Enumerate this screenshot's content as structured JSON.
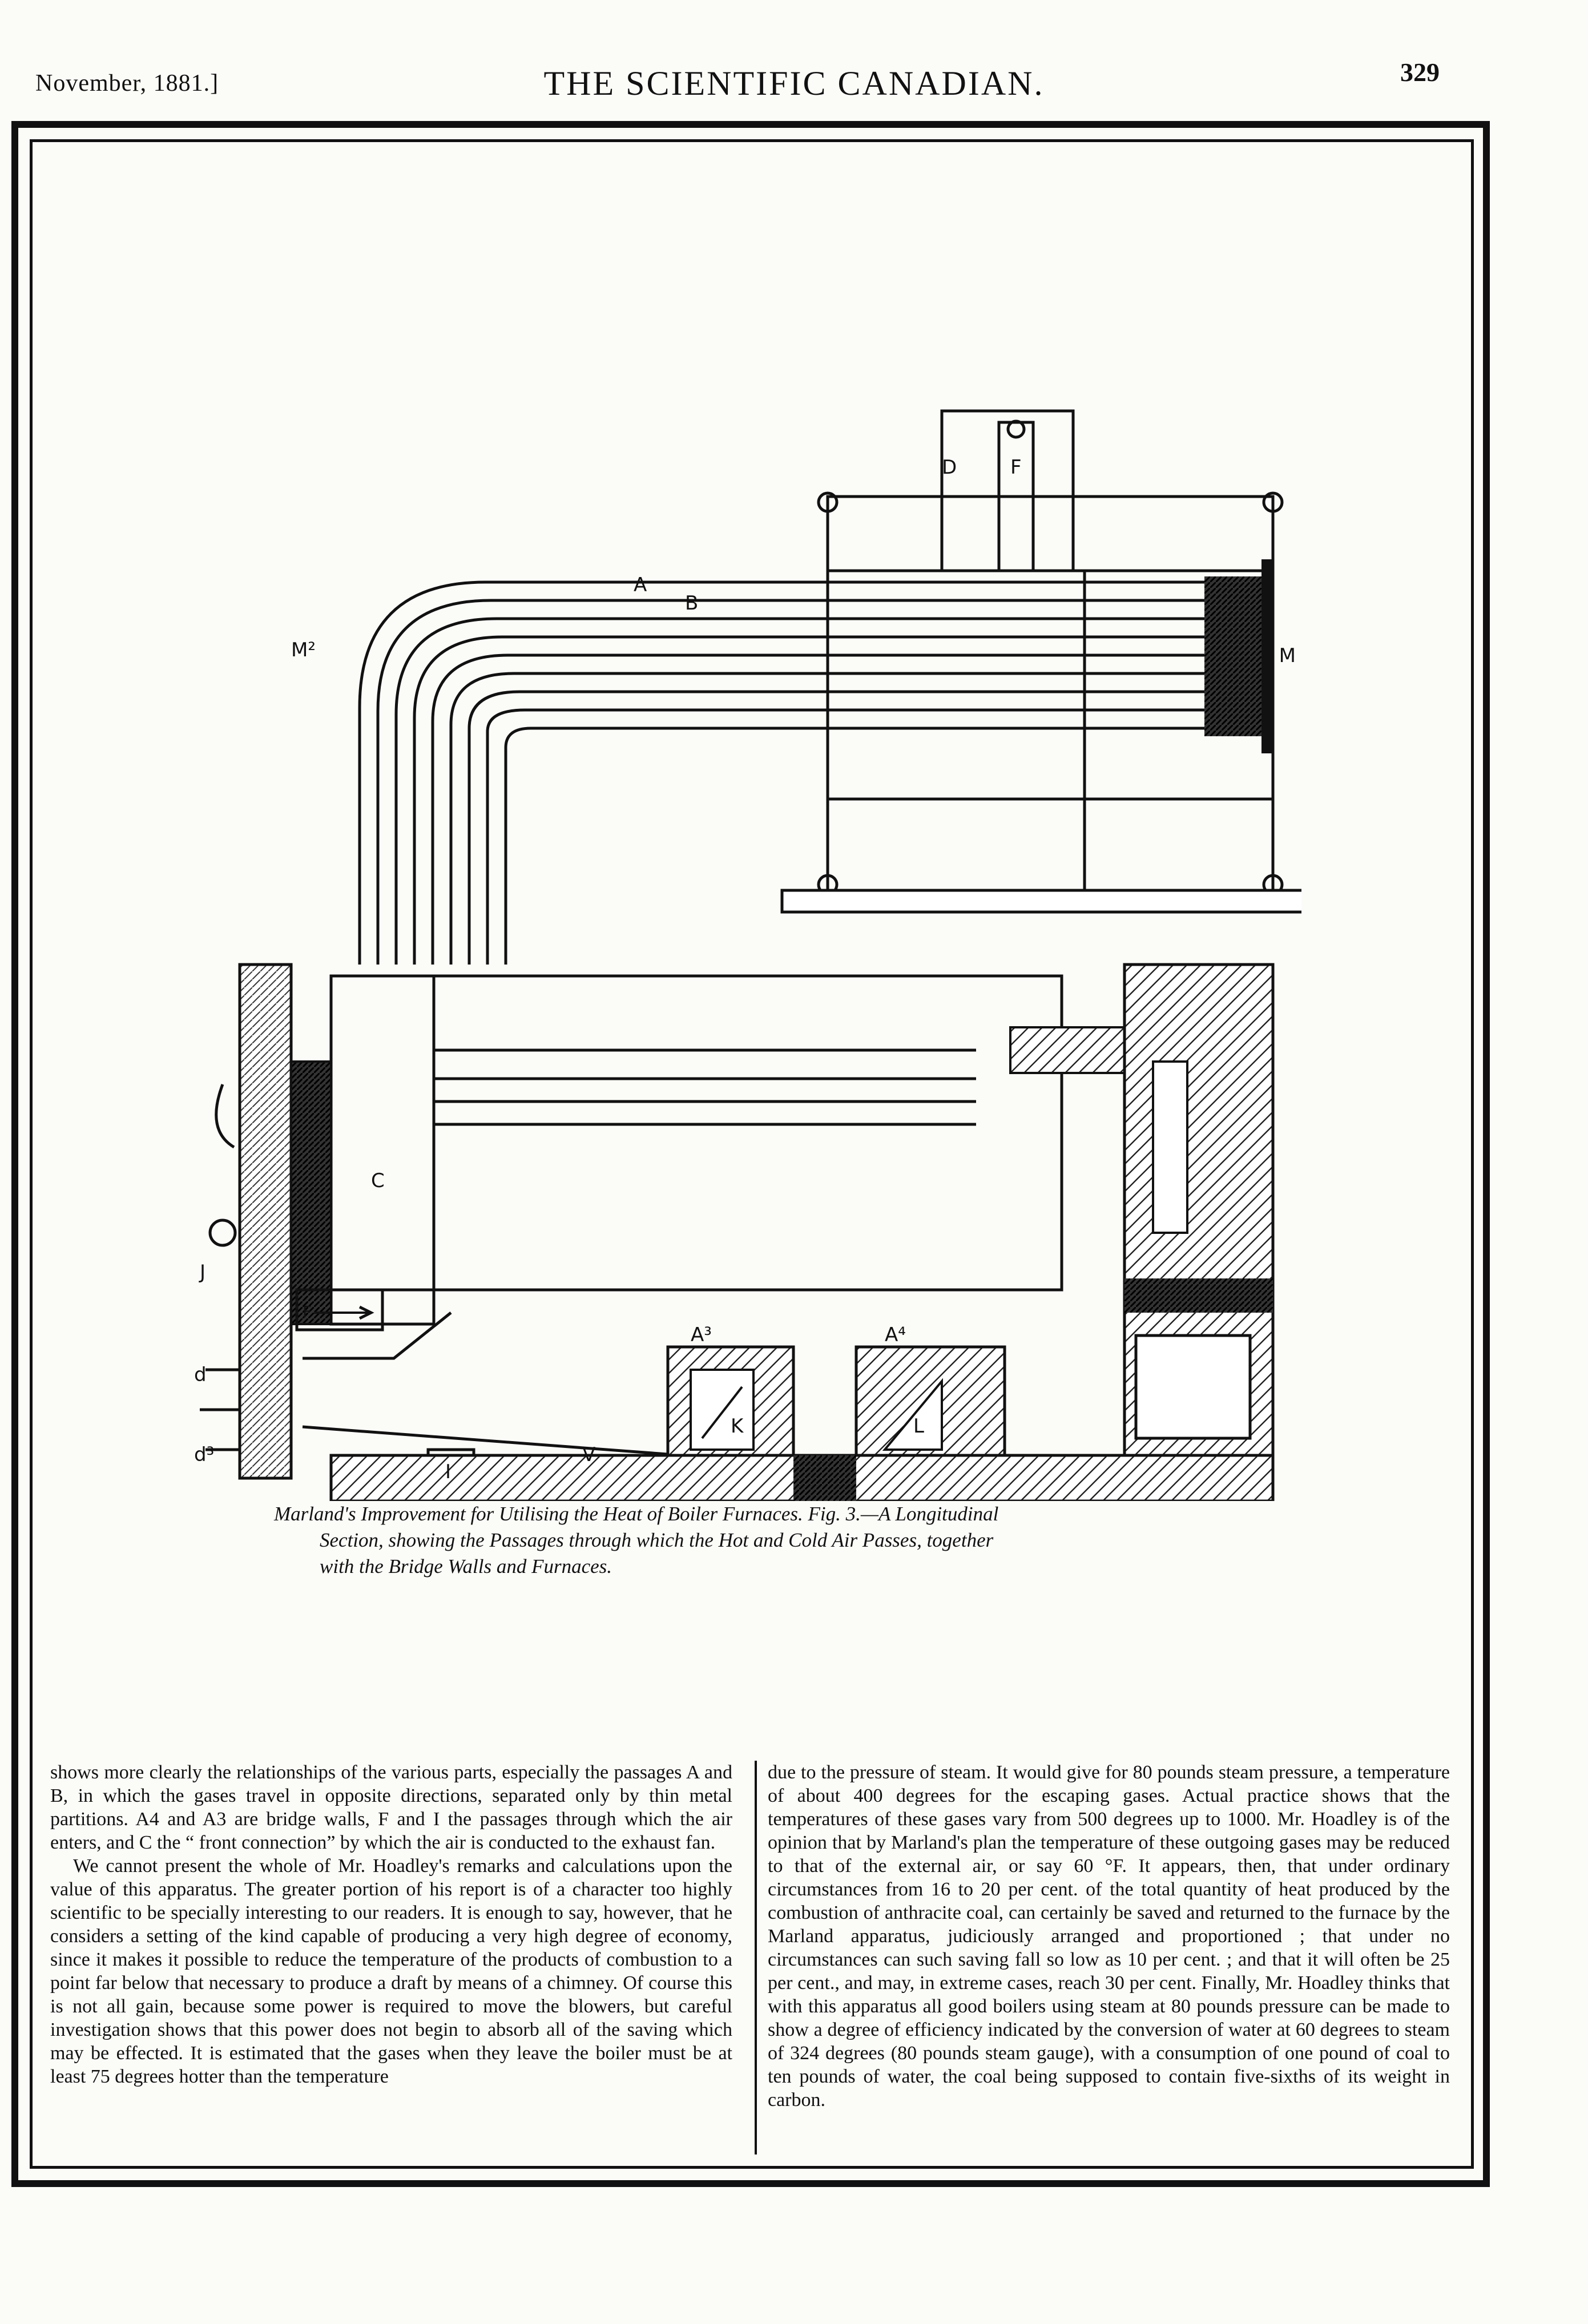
{
  "header": {
    "date": "November, 1881.]",
    "title": "THE SCIENTIFIC CANADIAN.",
    "page_number": "329"
  },
  "figure": {
    "labels": {
      "D": "D",
      "F_top": "F",
      "M": "M",
      "M2": "M²",
      "A": "A",
      "B": "B",
      "C": "C",
      "F_flue": "F",
      "A3": "A³",
      "A4": "A⁴",
      "K": "K",
      "L": "L",
      "V": "V",
      "I": "I",
      "J": "J",
      "d": "d",
      "d3": "d³"
    }
  },
  "caption": {
    "line1": "Marland's Improvement for Utilising the Heat of Boiler Furnaces. Fig. 3.—A Longitudinal",
    "line2": "Section, showing the Passages through which the Hot and Cold Air Passes, together",
    "line3": "with the Bridge Walls and Furnaces."
  },
  "body": {
    "left_column": [
      "shows more clearly the relationships of the various parts, especially the passages A and B, in which the gases travel in opposite directions, separated only by thin metal partitions. A4 and A3 are bridge walls, F and I the passages through which the air enters, and C the “ front connection” by which the air is conducted to the exhaust fan.",
      "We cannot present the whole of Mr. Hoadley's remarks and calculations upon the value of this apparatus. The greater portion of his report is of a character too highly scientific to be specially interesting to our readers. It is enough to say, however, that he considers a setting of the kind capable of producing a very high degree of economy, since it makes it possible to reduce the temperature of the products of combustion to a point far below that necessary to produce a draft by means of a chimney. Of course this is not all gain, because some power is required to move the blowers, but careful investigation shows that this power does not begin to absorb all of the saving which may be effected. It is estimated that the gases when they leave the boiler must be at least 75 degrees hotter than the temperature"
    ],
    "right_column": [
      "due to the pressure of steam. It would give for 80 pounds steam pressure, a temperature of about 400 degrees for the escaping gases. Actual practice shows that the temperatures of these gases vary from 500 degrees up to 1000. Mr. Hoadley is of the opinion that by Marland's plan the temperature of these outgoing gases may be reduced to that of the external air, or say 60 °F. It appears, then, that under ordinary circumstances from 16 to 20 per cent. of the total quantity of heat produced by the combustion of anthracite coal, can certainly be saved and returned to the furnace by the Marland apparatus, judiciously arranged and proportioned ; that under no circumstances can such saving fall so low as 10 per cent. ; and that it will often be 25 per cent., and may, in extreme cases, reach 30 per cent. Finally, Mr. Hoadley thinks that with this apparatus all good boilers using steam at 80 pounds pressure can be made to show a degree of efficiency indicated by the conversion of water at 60 degrees to steam of 324 degrees (80 pounds steam gauge), with a consumption of one pound of coal to ten pounds of water, the coal being supposed to contain five-sixths of its weight in carbon."
    ]
  }
}
